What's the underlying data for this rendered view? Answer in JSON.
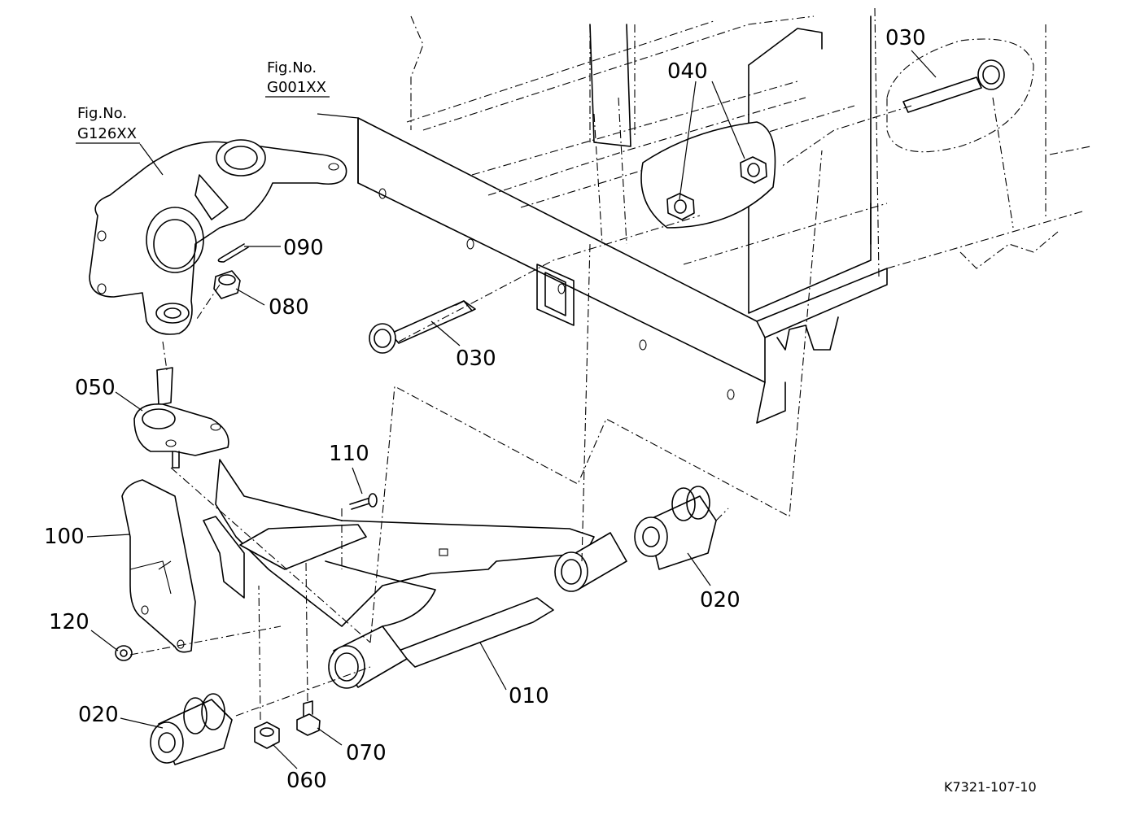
{
  "figure_refs": [
    {
      "id": "fig-g001",
      "line1": "Fig.No.",
      "line2": "G001XX"
    },
    {
      "id": "fig-g126",
      "line1": "Fig.No.",
      "line2": "G126XX"
    }
  ],
  "part_labels": {
    "p030_top": "030",
    "p040": "040",
    "p090": "090",
    "p080": "080",
    "p030_mid": "030",
    "p050": "050",
    "p110": "110",
    "p100": "100",
    "p020_right": "020",
    "p120": "120",
    "p010": "010",
    "p020_left": "020",
    "p070": "070",
    "p060": "060"
  },
  "drawing_code": "K7321-107-10"
}
